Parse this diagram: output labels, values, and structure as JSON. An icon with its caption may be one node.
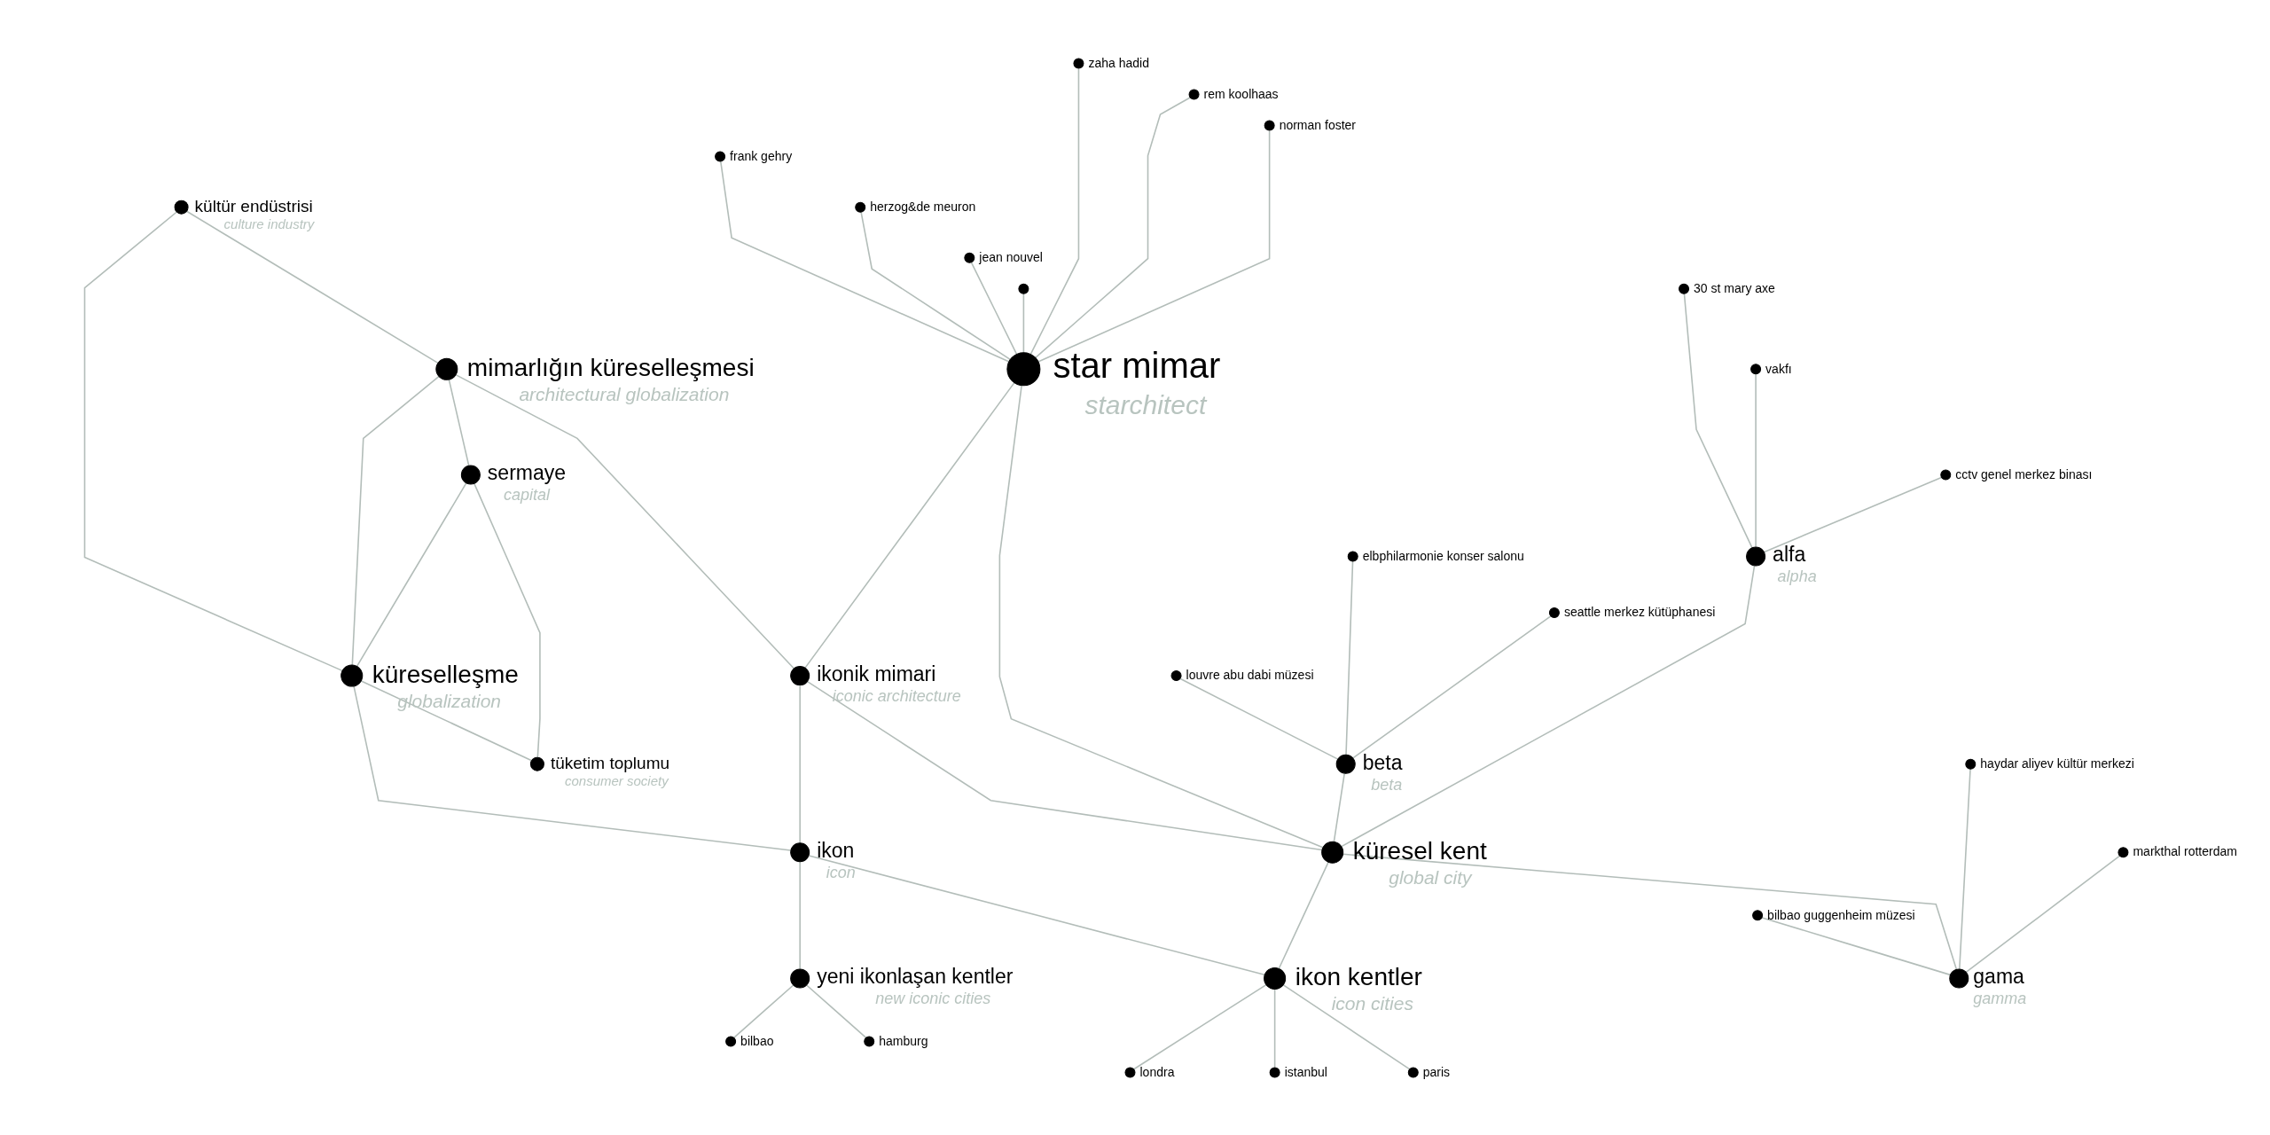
{
  "diagram": {
    "nodes": [
      {
        "text": [],
        "shape": "circle",
        "beside": [
          "zaha hadid"
        ]
      },
      {
        "text": [],
        "shape": "circle",
        "beside": [
          "rem koolhaas"
        ]
      },
      {
        "text": [],
        "shape": "circle",
        "beside": [
          "norman foster"
        ]
      },
      {
        "text": [],
        "shape": "circle",
        "beside": [
          "frank gehry"
        ]
      },
      {
        "text": [],
        "shape": "circle",
        "beside": [
          "herzog&de meuron"
        ]
      },
      {
        "text": [],
        "shape": "circle",
        "beside": [
          "kültür endüstrisi",
          "culture industry"
        ]
      },
      {
        "text": [],
        "shape": "circle",
        "beside": [
          "jean nouvel"
        ]
      },
      {
        "text": [],
        "shape": "circle"
      },
      {
        "text": [],
        "shape": "circle",
        "beside": [
          "30 st mary axe"
        ]
      },
      {
        "text": [],
        "shape": "circle",
        "beside": [
          "mimarlığın küreselleşmesi",
          "architectural globalization"
        ]
      },
      {
        "text": [],
        "shape": "circle",
        "beside": [
          "star mimar",
          "starchitect"
        ]
      },
      {
        "text": [],
        "shape": "circle",
        "beside": [
          "vakfı"
        ]
      },
      {
        "text": [],
        "shape": "circle",
        "beside": [
          "cctv genel merkez binası"
        ]
      },
      {
        "text": [],
        "shape": "circle",
        "beside": [
          "sermaye",
          "capital"
        ]
      },
      {
        "text": [],
        "shape": "circle",
        "beside": [
          "elbphilarmonie konser salonu"
        ]
      },
      {
        "text": [],
        "shape": "circle",
        "beside": [
          "alfa",
          "alpha"
        ]
      },
      {
        "text": [],
        "shape": "circle",
        "beside": [
          "seattle merkez kütüphanesi"
        ]
      },
      {
        "text": [],
        "shape": "circle",
        "beside": [
          "küreselleşme",
          "globalization"
        ]
      },
      {
        "text": [],
        "shape": "circle",
        "beside": [
          "ikonik mimari",
          "iconic architecture"
        ]
      },
      {
        "text": [],
        "shape": "circle",
        "beside": [
          "louvre abu dabi müzesi"
        ]
      },
      {
        "text": [],
        "shape": "circle",
        "beside": [
          "beta",
          "beta"
        ]
      },
      {
        "text": [],
        "shape": "circle",
        "beside": [
          "tüketim toplumu",
          "consumer society"
        ]
      },
      {
        "text": [],
        "shape": "circle",
        "beside": [
          "haydar aliyev kültür merkezi"
        ]
      },
      {
        "text": [],
        "shape": "circle",
        "beside": [
          "ikon",
          "icon"
        ]
      },
      {
        "text": [],
        "shape": "circle",
        "beside": [
          "küresel kent",
          "global city"
        ]
      },
      {
        "text": [],
        "shape": "circle",
        "beside": [
          "markthal rotterdam"
        ]
      },
      {
        "text": [],
        "shape": "circle",
        "beside": [
          "bilbao guggenheim müzesi"
        ]
      },
      {
        "text": [],
        "shape": "circle",
        "beside": [
          "yeni ikonlaşan kentler",
          "new iconic cities"
        ]
      },
      {
        "text": [],
        "shape": "circle",
        "beside": [
          "ikon kentler",
          "icon cities"
        ]
      },
      {
        "text": [],
        "shape": "circle",
        "beside": [
          "gama",
          "gamma"
        ]
      },
      {
        "text": [],
        "shape": "circle",
        "beside": [
          "hamburg"
        ]
      },
      {
        "text": [],
        "shape": "circle",
        "beside": [
          "bilbao"
        ]
      },
      {
        "text": [],
        "shape": "circle",
        "beside": [
          "istanbul"
        ]
      },
      {
        "text": [],
        "shape": "circle",
        "beside": [
          "paris"
        ]
      },
      {
        "text": [],
        "shape": "circle",
        "beside": [
          "londra"
        ]
      }
    ],
    "edges": [
      {
        "from": 0,
        "to": 10,
        "arrow": "none"
      },
      {
        "from": 1,
        "to": 10,
        "arrow": "none"
      },
      {
        "from": 2,
        "to": 10,
        "arrow": "none"
      },
      {
        "from": 3,
        "to": 10,
        "arrow": "none"
      },
      {
        "from": 4,
        "to": 10,
        "arrow": "none"
      },
      {
        "from": 6,
        "to": 10,
        "arrow": "none"
      },
      {
        "from": 7,
        "to": 10,
        "arrow": "none"
      },
      {
        "from": 5,
        "to": 9,
        "arrow": "none"
      },
      {
        "from": 5,
        "to": 17,
        "arrow": "none"
      },
      {
        "from": 8,
        "to": 15,
        "arrow": "none"
      },
      {
        "from": 11,
        "to": 15,
        "arrow": "none"
      },
      {
        "from": 9,
        "to": 13,
        "arrow": "none"
      },
      {
        "from": 9,
        "to": 17,
        "arrow": "none"
      },
      {
        "from": 9,
        "to": 18,
        "arrow": "none"
      },
      {
        "from": 10,
        "to": 18,
        "arrow": "none"
      },
      {
        "from": 10,
        "to": 24,
        "arrow": "none"
      },
      {
        "from": 12,
        "to": 15,
        "arrow": "none"
      },
      {
        "from": 13,
        "to": 17,
        "arrow": "none"
      },
      {
        "from": 13,
        "to": 21,
        "arrow": "none"
      },
      {
        "from": 14,
        "to": 20,
        "arrow": "none"
      },
      {
        "from": 15,
        "to": 24,
        "arrow": "none"
      },
      {
        "from": 16,
        "to": 20,
        "arrow": "none"
      },
      {
        "from": 17,
        "to": 21,
        "arrow": "none"
      },
      {
        "from": 17,
        "to": 23,
        "arrow": "none"
      },
      {
        "from": 18,
        "to": 23,
        "arrow": "none"
      },
      {
        "from": 18,
        "to": 24,
        "arrow": "none"
      },
      {
        "from": 19,
        "to": 20,
        "arrow": "none"
      },
      {
        "from": 20,
        "to": 24,
        "arrow": "none"
      },
      {
        "from": 22,
        "to": 29,
        "arrow": "none"
      },
      {
        "from": 23,
        "to": 27,
        "arrow": "none"
      },
      {
        "from": 23,
        "to": 28,
        "arrow": "none"
      },
      {
        "from": 24,
        "to": 28,
        "arrow": "none"
      },
      {
        "from": 24,
        "to": 29,
        "arrow": "none"
      },
      {
        "from": 25,
        "to": 29,
        "arrow": "none"
      },
      {
        "from": 26,
        "to": 29,
        "arrow": "none"
      },
      {
        "from": 27,
        "to": 30,
        "arrow": "none"
      },
      {
        "from": 27,
        "to": 31,
        "arrow": "none"
      },
      {
        "from": 28,
        "to": 32,
        "arrow": "none"
      },
      {
        "from": 28,
        "to": 33,
        "arrow": "none"
      },
      {
        "from": 28,
        "to": 34,
        "arrow": "none"
      }
    ]
  }
}
